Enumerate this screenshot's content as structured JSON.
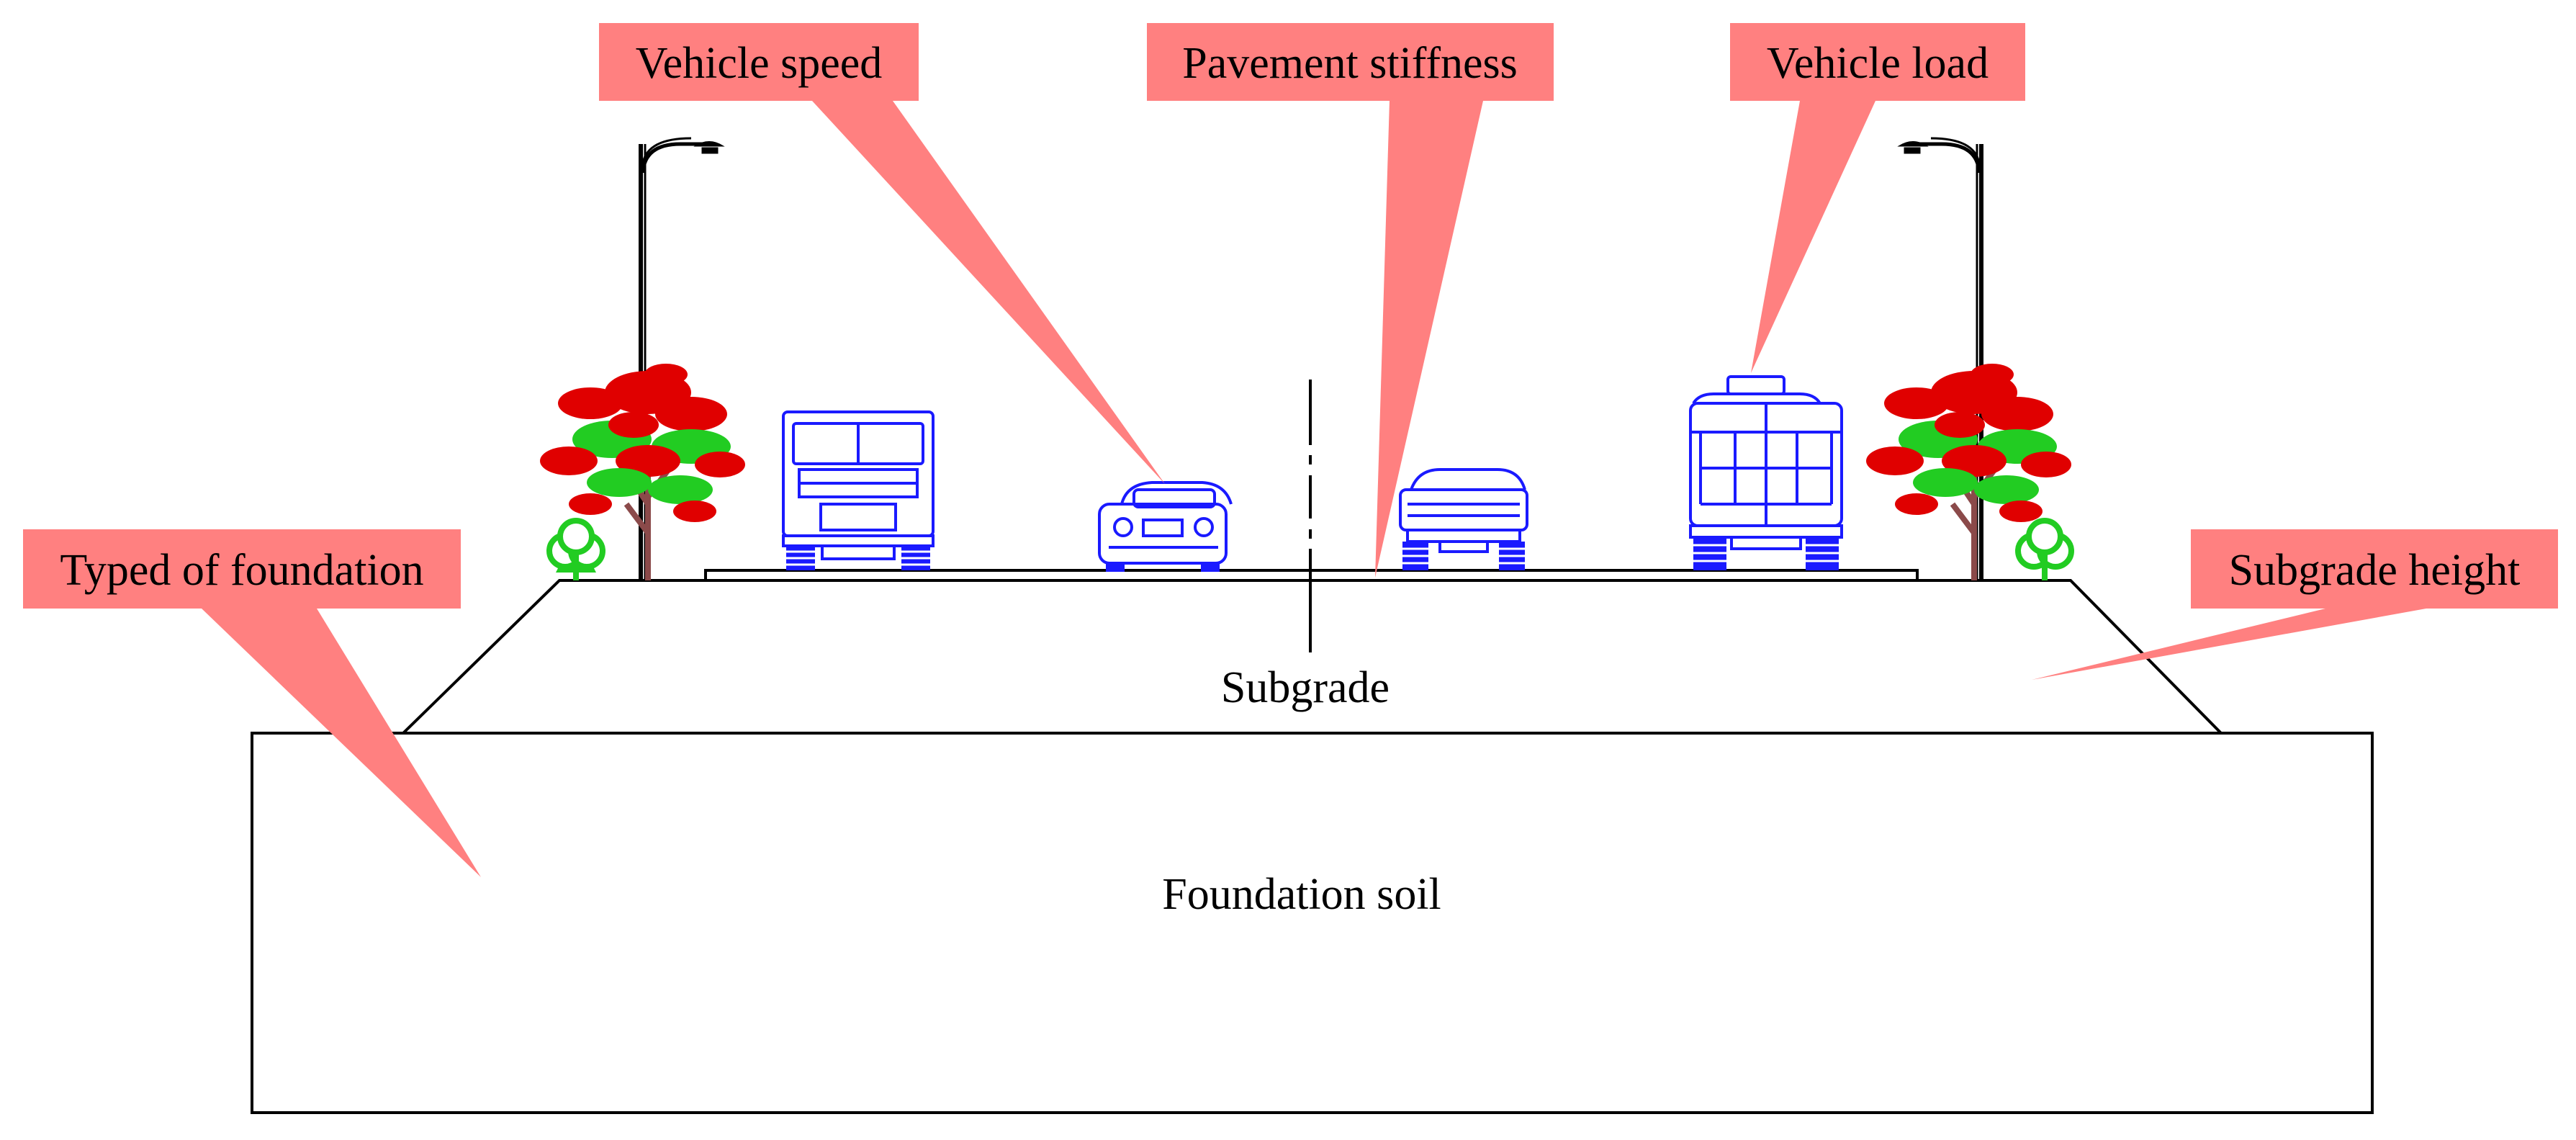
{
  "labels": {
    "subgrade": "Subgrade",
    "foundation_soil": "Foundation soil"
  },
  "callouts": {
    "vehicle_speed": "Vehicle speed",
    "pavement_stiffness": "Pavement stiffness",
    "vehicle_load": "Vehicle load",
    "typed_of_foundation": "Typed of foundation",
    "subgrade_height": "Subgrade height"
  },
  "colors": {
    "callout_fill": "#ff8080",
    "vehicle_stroke": "#1a1aff",
    "tree_red": "#e00000",
    "tree_green": "#22cc22",
    "outline": "#000000"
  }
}
